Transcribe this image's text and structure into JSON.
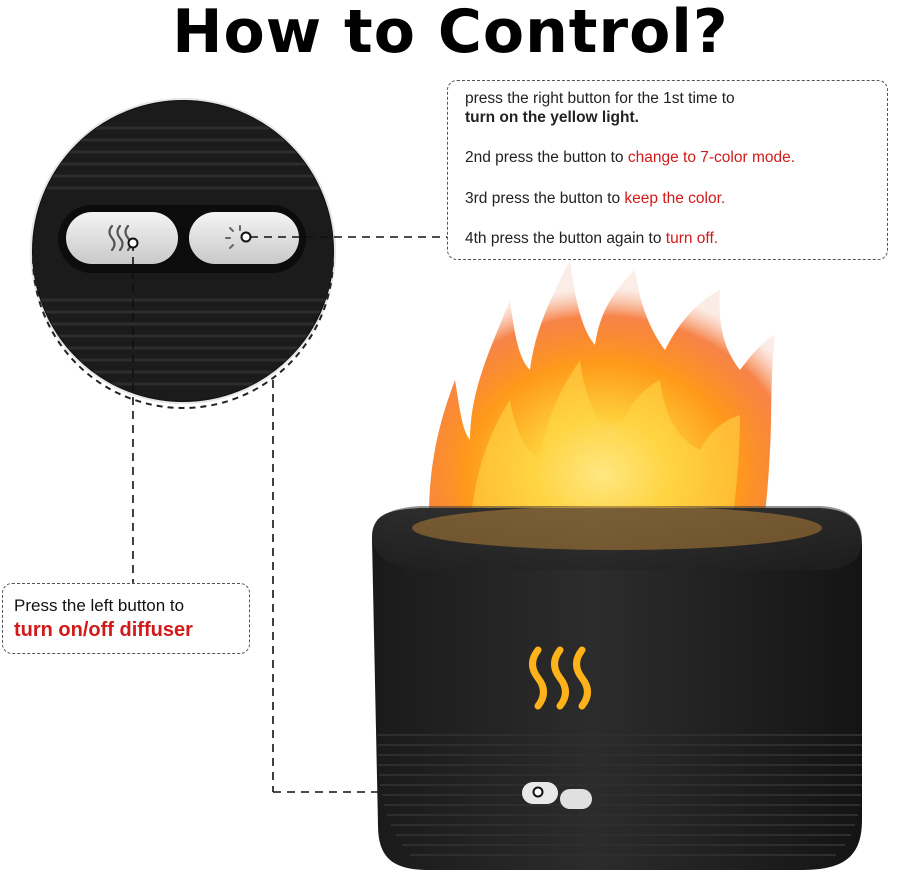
{
  "title": "How to Control?",
  "right_box": {
    "line1": "press the right button for the 1st time to",
    "line1_emph": "turn on the yellow light.",
    "line2": "2nd press the button to ",
    "line2_emph": "change to 7-color mode.",
    "line3": "3rd press the button to ",
    "line3_emph": "keep the color.",
    "line4": "4th press the button again to ",
    "line4_emph": "turn off."
  },
  "left_box": {
    "line1": "Press the left button to",
    "line1_emph": "turn on/off diffuser"
  },
  "colors": {
    "emphasis": "#d11a1a",
    "device": "#1e1e1e",
    "flame": "#ff9a1a",
    "steam_icon": "#ffb21a"
  },
  "icons": [
    "steam-icon",
    "sparkle-light-icon",
    "flame-graphic",
    "power-dot-icon"
  ]
}
